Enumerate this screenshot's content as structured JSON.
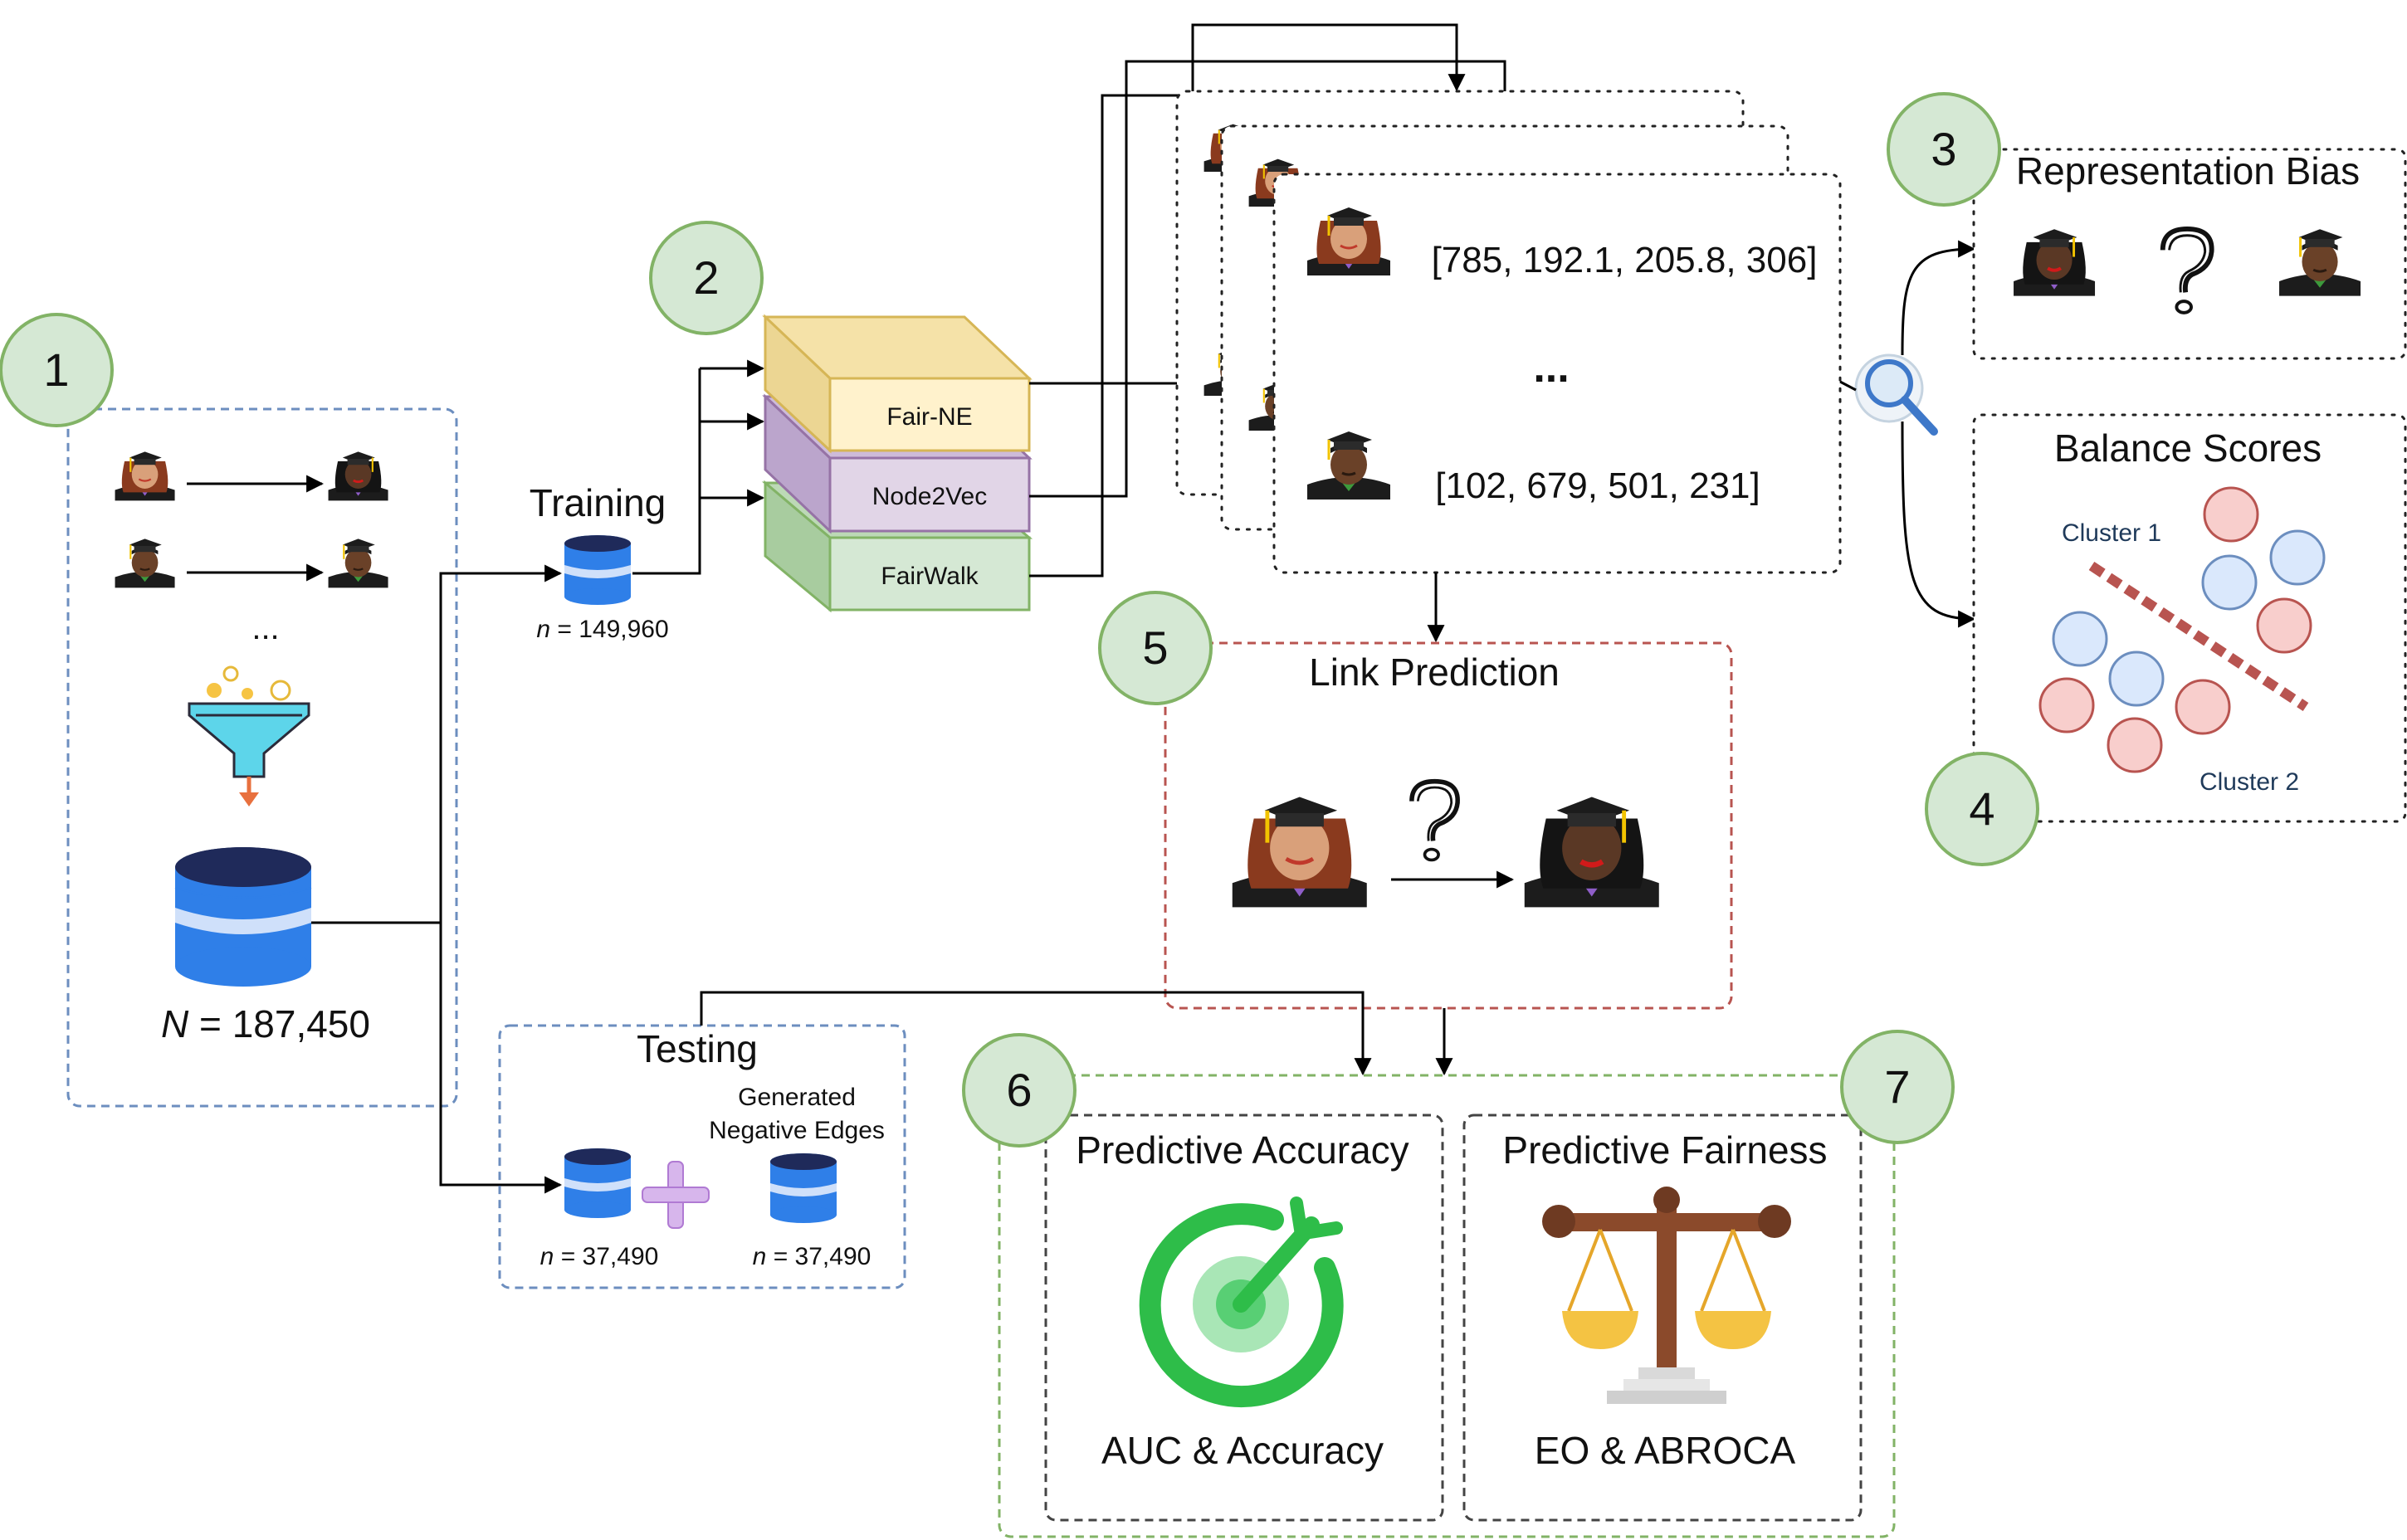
{
  "colors": {
    "step_circle_fill": "#d5e8d4",
    "step_circle_stroke": "#82b366",
    "dataset_box": "#6c8ebf",
    "link_box": "#b85450",
    "eval_box": "#82b366",
    "database_blue": "#2f7fe8",
    "fair_ne_fill": "#fff2cc",
    "fair_ne_stroke": "#d6b656",
    "node2vec_fill": "#e1d5e7",
    "node2vec_stroke": "#9673a6",
    "fairwalk_fill": "#d5e8d4",
    "fairwalk_stroke": "#82b366",
    "cluster_blue": "#dae8fc",
    "cluster_red": "#f8cecc"
  },
  "steps": {
    "s1": "1",
    "s2": "2",
    "s3": "3",
    "s4": "4",
    "s5": "5",
    "s6": "6",
    "s7": "7"
  },
  "dataset": {
    "ellipsis": "...",
    "n_symbol": "N",
    "n_value": "= 187,450",
    "icons": [
      "female-graduate-icon",
      "male-graduate-icon",
      "funnel-filter-icon",
      "database-icon"
    ]
  },
  "training": {
    "label": "Training",
    "n_symbol": "n",
    "n_value": "= 149,960"
  },
  "testing": {
    "label": "Testing",
    "generated_line1": "Generated",
    "generated_line2": "Negative Edges",
    "plus_icon": "plus-icon",
    "n_left_symbol": "n",
    "n_left_value": "= 37,490",
    "n_right_symbol": "n",
    "n_right_value": "= 37,490"
  },
  "models": {
    "fair_ne": "Fair-NE",
    "node2vec": "Node2Vec",
    "fairwalk": "FairWalk"
  },
  "embeddings": {
    "vector_1": "[785, 192.1, 205.8, 306]",
    "ellipsis": "...",
    "vector_2": "[102, 679, 501, 231]",
    "inspect_icon": "magnifier-icon"
  },
  "representation_bias": {
    "title": "Representation Bias",
    "question": "?"
  },
  "balance_scores": {
    "title": "Balance Scores",
    "cluster_1": "Cluster 1",
    "cluster_2": "Cluster 2"
  },
  "link_prediction": {
    "title": "Link Prediction",
    "question": "?"
  },
  "predictive_accuracy": {
    "title": "Predictive Accuracy",
    "metrics": "AUC & Accuracy",
    "icon": "target-icon"
  },
  "predictive_fairness": {
    "title": "Predictive Fairness",
    "metrics": "EO & ABROCA",
    "icon": "scales-icon"
  }
}
